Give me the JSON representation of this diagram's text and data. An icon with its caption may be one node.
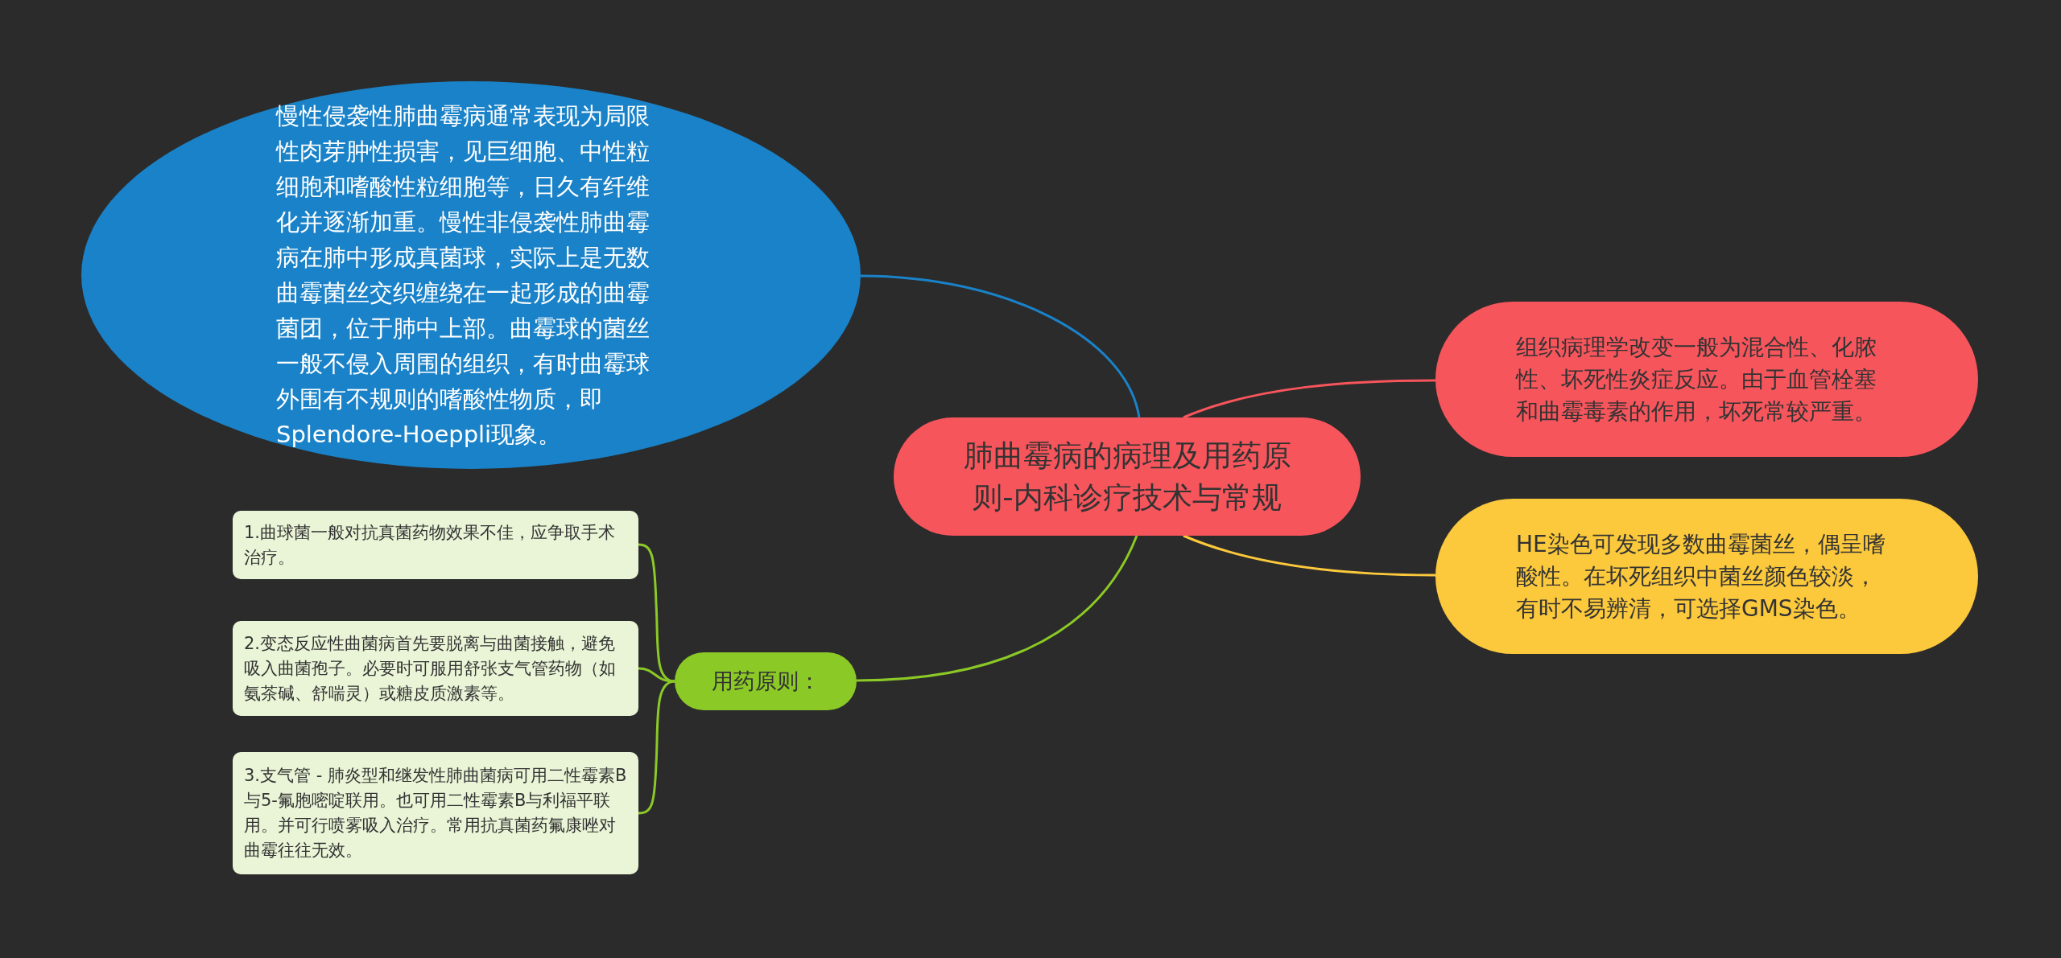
{
  "diagram": {
    "nodes": [
      {
        "text": [
          "肺曲霉病的病理及用药原则-内科诊疗技术与常规"
        ]
      },
      {
        "text": [
          "慢性侵袭性肺曲霉病通常表现为局限性肉芽肿性损害，见巨细胞、中性粒细胞和嗜酸性粒细胞等，日久有纤维化并逐渐加重。慢性非侵袭性肺曲霉病在肺中形成真菌球，实际上是无数曲霉菌丝交织缠绕在一起形成的曲霉菌团，位于肺中上部。曲霉球的菌丝一般不侵入周围的组织，有时曲霉球外围有不规则的嗜酸性物质，即Splendore-Hoeppli现象。"
        ]
      },
      {
        "text": [
          "组织病理学改变一般为混合性、化脓性、坏死性炎症反应。由于血管栓塞和曲霉毒素的作用，坏死常较严重。"
        ]
      },
      {
        "text": [
          "HE染色可发现多数曲霉菌丝，偶呈嗜酸性。在坏死组织中菌丝颜色较淡，有时不易辨清，可选择GMS染色。"
        ]
      },
      {
        "text": [
          "用药原则："
        ]
      },
      {
        "text": [
          "1.曲球菌一般对抗真菌药物效果不佳，应争取手术治疗。"
        ]
      },
      {
        "text": [
          "2.变态反应性曲菌病首先要脱离与曲菌接触，避免吸入曲菌孢子。必要时可服用舒张支气管药物（如氨茶碱、舒喘灵）或糖皮质激素等。"
        ]
      },
      {
        "text": [
          "3.支气管 - 肺炎型和继发性肺曲菌病可用二性霉素B与5-氟胞嘧啶联用。也可用二性霉素B与利福平联用。并可行喷雾吸入治疗。常用抗真菌药氟康唑对曲霉往往无效。"
        ]
      }
    ],
    "edges": [
      {
        "from": 0,
        "to": 1,
        "arrow": "none",
        "color": "#1a82c8"
      },
      {
        "from": 0,
        "to": 2,
        "arrow": "none",
        "color": "#f7555c"
      },
      {
        "from": 0,
        "to": 3,
        "arrow": "none",
        "color": "#fcc93c"
      },
      {
        "from": 0,
        "to": 4,
        "arrow": "none"
      },
      {
        "from": 4,
        "to": 5,
        "arrow": "none"
      },
      {
        "from": 4,
        "to": 6,
        "arrow": "none"
      },
      {
        "from": 4,
        "to": 7,
        "arrow": "none"
      }
    ]
  }
}
